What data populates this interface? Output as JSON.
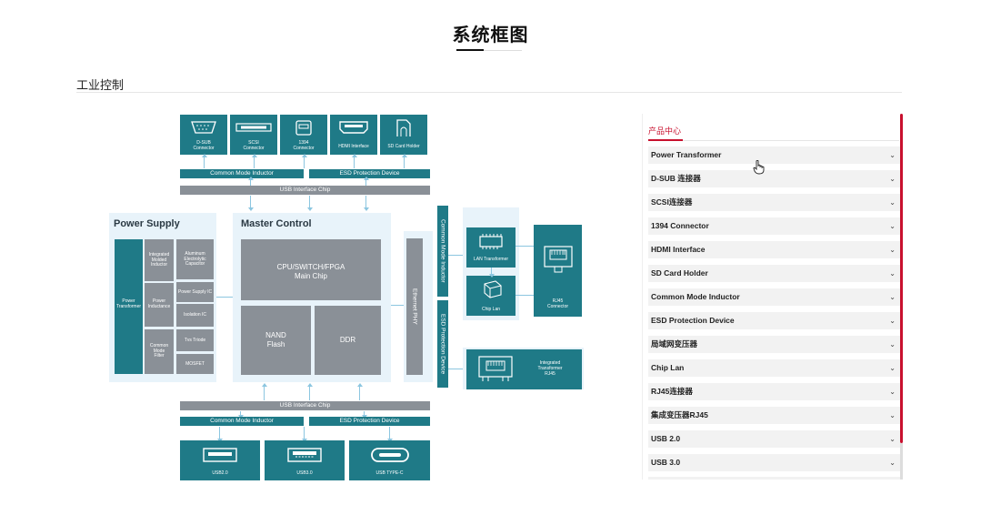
{
  "page": {
    "title": "系统框图",
    "section": "工业控制"
  },
  "diagram": {
    "top_connectors": [
      {
        "icon": "dsub-icon",
        "label": "D-SUB\nConnector"
      },
      {
        "icon": "scsi-icon",
        "label": "SCSI\nConnector"
      },
      {
        "icon": "1394-icon",
        "label": "1394\nConnector"
      },
      {
        "icon": "hdmi-icon",
        "label": "HDMI Interface"
      },
      {
        "icon": "sdcard-icon",
        "label": "SD Card Holder"
      }
    ],
    "top_cmi": "Common Mode Inductor",
    "top_esd": "ESD Protection Device",
    "top_usb_chip": "USB Interface Chip",
    "power_supply": {
      "title": "Power Supply",
      "transformer": "Power\nTransformer",
      "integrated_inductor": "Integrated\nMolded\nInductor",
      "aluminum_cap": "Aluminum\nElectrolytic\nCapacitor",
      "power_inductance": "Power\nInductance",
      "power_supply_ic": "Power Supply IC",
      "isolation_ic": "Isolation IC",
      "common_mode_filter": "Common\nMode\nFilter",
      "tvs_triode": "Tvs Triode",
      "mosfet": "MOSFET"
    },
    "master_control": {
      "title": "Master Control",
      "cpu": "CPU/SWITCH/FPGA\nMain Chip",
      "nand": "NAND\nFlash",
      "ddr": "DDR"
    },
    "ethernet_phy": "Ethernet PHY",
    "side_cmi": "Common Mode Inductor",
    "side_esd": "ESD Protection Device",
    "lan_transformer": "LAN Transformer",
    "chip_lan": "Chip Lan",
    "rj45": "RJ45\nConnector",
    "integrated_rj45": "Integrated\nTransformer\nRJ45",
    "bottom_usb_chip": "USB Interface Chip",
    "bottom_cmi": "Common Mode Inductor",
    "bottom_esd": "ESD Protection Device",
    "bottom_ports": [
      {
        "icon": "usb2-icon",
        "label": "USB2.0"
      },
      {
        "icon": "usb3-icon",
        "label": "USB3.0"
      },
      {
        "icon": "usbc-icon",
        "label": "USB TYPE-C"
      }
    ]
  },
  "sidebar": {
    "heading": "产品中心",
    "items": [
      {
        "label": "Power Transformer"
      },
      {
        "label": "D-SUB 连接器"
      },
      {
        "label": "SCSI连接器"
      },
      {
        "label": "1394 Connector"
      },
      {
        "label": "HDMI Interface"
      },
      {
        "label": "SD Card Holder"
      },
      {
        "label": "Common Mode Inductor"
      },
      {
        "label": "ESD Protection Device"
      },
      {
        "label": "局域网变压器"
      },
      {
        "label": "Chip Lan"
      },
      {
        "label": "RJ45连接器"
      },
      {
        "label": "集成变压器RJ45"
      },
      {
        "label": "USB 2.0"
      },
      {
        "label": "USB 3.0"
      }
    ],
    "chevron": "⌄"
  },
  "colors": {
    "teal": "#1f7a87",
    "gray": "#8a9097",
    "light_blue": "#e8f3fa",
    "accent_red": "#c8102e"
  }
}
